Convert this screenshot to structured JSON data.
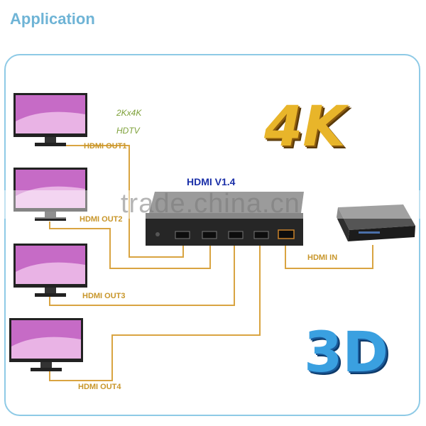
{
  "title": "Application",
  "notes": {
    "resolution": "2Kx4K",
    "standard": "HDTV"
  },
  "device_label": "HDMI V1.4",
  "watermark": "trade.china.cn",
  "outputs": [
    {
      "label": "HDMI OUT1"
    },
    {
      "label": "HDMI OUT2"
    },
    {
      "label": "HDMI OUT3"
    },
    {
      "label": "HDMI OUT4"
    }
  ],
  "input": {
    "label": "HDMI IN"
  },
  "badges": {
    "k4": "4K",
    "d3": "3D"
  },
  "colors": {
    "cable": "#d9a441",
    "frame": "#8ecae6",
    "title": "#6fb4d6",
    "device_label": "#1a2fa8"
  },
  "icons": [
    "monitor-icon",
    "hdmi-splitter-icon",
    "bluray-player-icon"
  ]
}
